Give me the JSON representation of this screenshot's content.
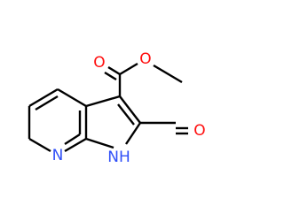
{
  "colors": {
    "background": "#ffffff",
    "bond": "#000000",
    "oxygen": "#ff0d0d",
    "nitrogen": "#3050f8"
  },
  "atoms": {
    "carbonyl_oxygen": "O",
    "ester_oxygen": "O",
    "aldehyde_oxygen": "O",
    "pyridine_nitrogen": "N",
    "pyrrole_nh": "NH"
  }
}
